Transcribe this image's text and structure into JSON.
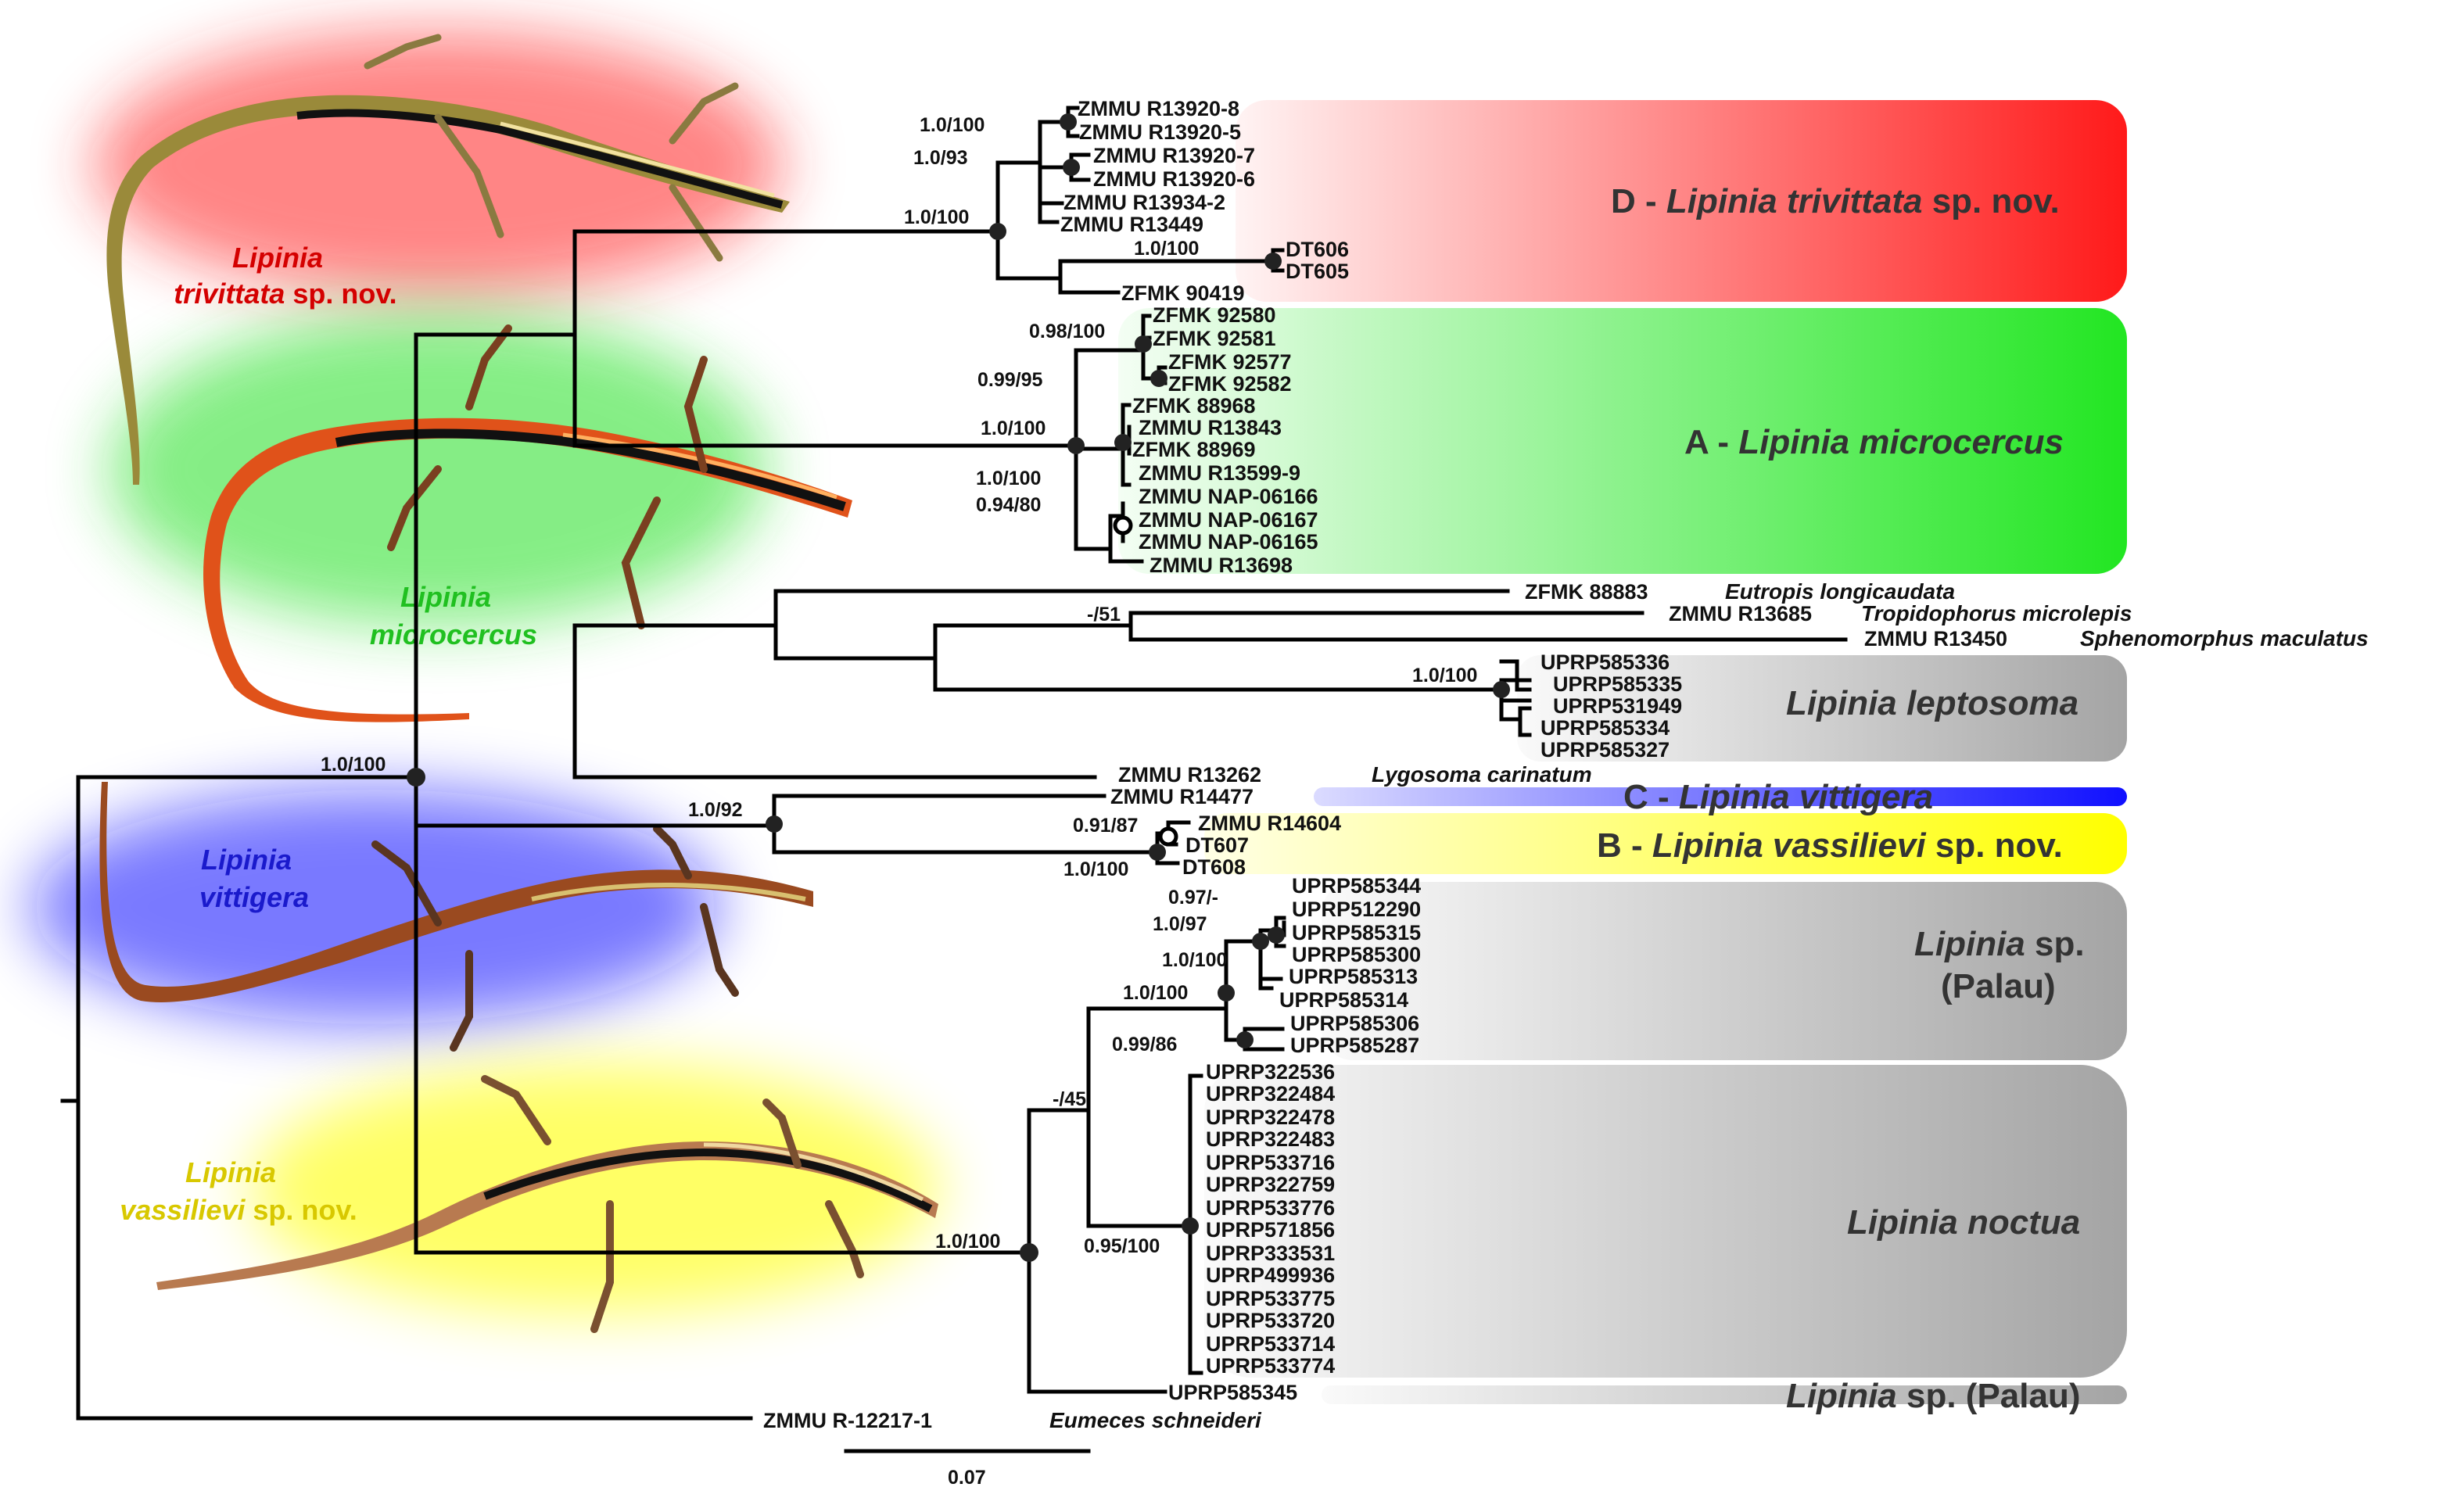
{
  "colors": {
    "red": "#ff1a1a",
    "green": "#22e622",
    "blue": "#1010ff",
    "yellow": "#ffff00",
    "grey": "#9a9a9a",
    "red_label": "#d40000",
    "green_label": "#20c020",
    "blue_label": "#1a1acc",
    "yellow_label": "#d8c800"
  },
  "clades": {
    "D": {
      "letter": "D",
      "dash": " - ",
      "name": "Lipinia trivittata",
      "suffix": " sp. nov."
    },
    "A": {
      "letter": "A",
      "dash": " - ",
      "name": "Lipinia microcercus"
    },
    "leptosoma": {
      "name": "Lipinia leptosoma"
    },
    "C": {
      "letter": "C",
      "dash": " - ",
      "name": "Lipinia vittigera"
    },
    "B": {
      "letter": "B",
      "dash": " - ",
      "name": "Lipinia vassilievi",
      "suffix": " sp. nov."
    },
    "palau1": {
      "name": "Lipinia",
      "suffix": " sp.",
      "line2": "(Palau)"
    },
    "noctua": {
      "name": "Lipinia noctua"
    },
    "palau2": {
      "name": "Lipinia",
      "suffix": " sp. (Palau)"
    }
  },
  "photo_labels": {
    "trivittata": {
      "line1": "Lipinia",
      "line2": "trivittata",
      "line2_suffix": " sp. nov."
    },
    "microcercus": {
      "line1": "Lipinia",
      "line2": "microcercus"
    },
    "vittigera": {
      "line1": "Lipinia",
      "line2": "vittigera"
    },
    "vassilievi": {
      "line1": "Lipinia",
      "line2": "vassilievi",
      "line2_suffix": " sp. nov."
    }
  },
  "tips": {
    "D": [
      "ZMMU R13920-8",
      "ZMMU R13920-5",
      "ZMMU R13920-7",
      "ZMMU R13920-6",
      "ZMMU R13934-2",
      "ZMMU R13449",
      "DT606",
      "DT605",
      "ZFMK 90419"
    ],
    "A": [
      "ZFMK 92580",
      "ZFMK 92581",
      "ZFMK 92577",
      "ZFMK 92582",
      "ZFMK 88968",
      "ZMMU R13843",
      "ZFMK 88969",
      "ZMMU R13599-9",
      "ZMMU NAP-06166",
      "ZMMU NAP-06167",
      "ZMMU NAP-06165",
      "ZMMU R13698"
    ],
    "outgroups": [
      {
        "id": "ZFMK 88883",
        "species": "Eutropis longicaudata"
      },
      {
        "id": "ZMMU R13685",
        "species": "Tropidophorus microlepis"
      },
      {
        "id": "ZMMU R13450",
        "species": "Sphenomorphus maculatus"
      },
      {
        "id": "ZMMU R13262",
        "species": "Lygosoma carinatum"
      },
      {
        "id": "ZMMU R-12217-1",
        "species": "Eumeces schneideri"
      }
    ],
    "leptosoma": [
      "UPRP585336",
      "UPRP585335",
      "UPRP531949",
      "UPRP585334",
      "UPRP585327"
    ],
    "C": [
      "ZMMU R14477"
    ],
    "B": [
      "ZMMU R14604",
      "DT607",
      "DT608"
    ],
    "palau1": [
      "UPRP585344",
      "UPRP512290",
      "UPRP585315",
      "UPRP585300",
      "UPRP585313",
      "UPRP585314",
      "UPRP585306",
      "UPRP585287"
    ],
    "noctua": [
      "UPRP322536",
      "UPRP322484",
      "UPRP322478",
      "UPRP322483",
      "UPRP533716",
      "UPRP322759",
      "UPRP533776",
      "UPRP571856",
      "UPRP333531",
      "UPRP499936",
      "UPRP533775",
      "UPRP533720",
      "UPRP533714",
      "UPRP533774"
    ],
    "palau2": [
      "UPRP585345"
    ]
  },
  "support": {
    "d_top": "1.0/100",
    "d_sub": "1.0/93",
    "d_root": "1.0/100",
    "dt_pair": "1.0/100",
    "a_top": "0.98/100",
    "a_sub": "0.99/95",
    "a_root": "1.0/100",
    "a_mid": "1.0/100",
    "a_nap": "0.94/80",
    "outgroup_node": "-/51",
    "leptosoma": "1.0/100",
    "lipinia_root": "1.0/100",
    "vitt_vass": "1.0/92",
    "b_pair": "0.91/87",
    "b_root": "1.0/100",
    "p_a": "0.97/-",
    "p_b": "1.0/97",
    "p_c": "1.0/100",
    "p_root": "1.0/100",
    "p_d": "0.99/86",
    "palau_noctua": "-/45",
    "noctua": "0.95/100",
    "southern": "1.0/100"
  },
  "scale_bar": {
    "label": "0.07"
  }
}
